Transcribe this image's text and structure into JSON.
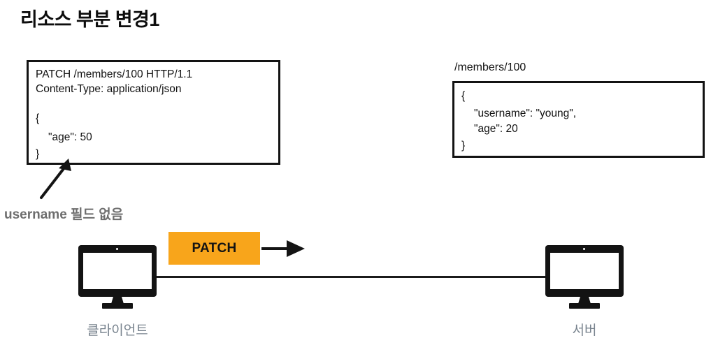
{
  "slide": {
    "title": "리소스 부분 변경1",
    "background_color": "#ffffff",
    "accent_color": "#F8A51B",
    "label_color": "#78838e",
    "annotation_color": "#6e6e6e"
  },
  "request": {
    "box_label": "http-request-box",
    "lines": [
      "PATCH /members/100 HTTP/1.1",
      "Content-Type: application/json",
      "{",
      "\"age\": 50",
      "}"
    ]
  },
  "resource": {
    "path": "/members/100",
    "lines": [
      "{",
      "\"username\": \"young\",",
      "\"age\": 20",
      "}"
    ]
  },
  "annotation": {
    "text": "username 필드 없음"
  },
  "transfer": {
    "method_badge": "PATCH"
  },
  "nodes": [
    {
      "id": "client",
      "label": "클라이언트"
    },
    {
      "id": "server",
      "label": "서버"
    }
  ]
}
